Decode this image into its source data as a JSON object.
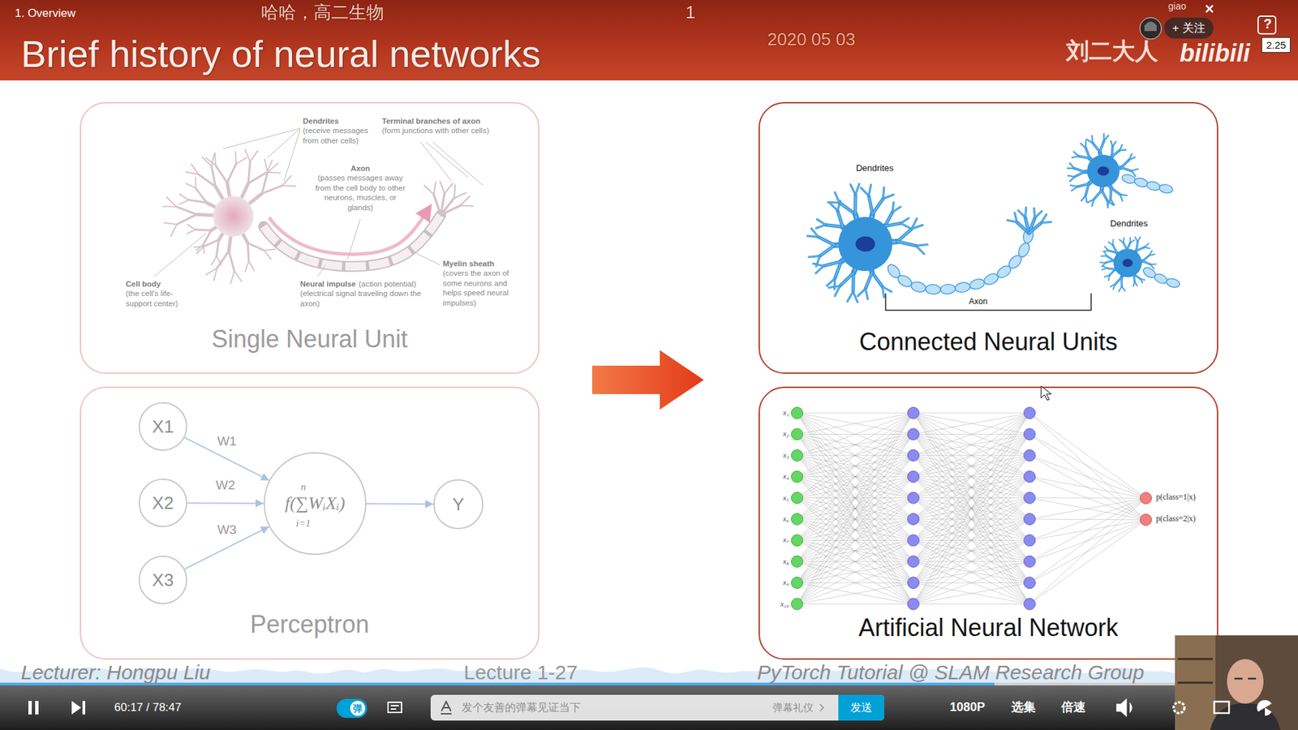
{
  "diagram": {
    "title": "Brief history of neural networks",
    "nodes": [
      {
        "text": [
          "+ 关注"
        ]
      },
      {
        "text": [
          "2.25"
        ]
      },
      {
        "text": [
          "Single Neural Unit"
        ]
      },
      {
        "text": [
          "Connected Neural Units"
        ]
      },
      {
        "text": [
          "Perceptron"
        ]
      },
      {
        "text": [
          "Artificial Neural Network"
        ]
      },
      {
        "text": [
          "X1"
        ],
        "in": 4
      },
      {
        "text": [
          "X2"
        ],
        "in": 4
      },
      {
        "text": [
          "X3"
        ],
        "in": 4
      },
      {
        "text": [
          "f(∑WᵢXᵢ)",
          "n",
          "i=1"
        ],
        "in": 4
      },
      {
        "text": [
          "Y"
        ],
        "in": 4
      },
      {
        "text": [
          "弹"
        ]
      },
      {
        "text": [
          "发个友善的弹幕见证当下",
          "弹幕礼仪"
        ]
      },
      {
        "text": [
          "发送"
        ],
        "in": 12
      }
    ],
    "edges": [
      {
        "from": 6,
        "to": 9,
        "label": "W1",
        "arrow": "to"
      },
      {
        "from": 7,
        "to": 9,
        "label": "W2",
        "arrow": "to"
      },
      {
        "from": 8,
        "to": 9,
        "label": "W3",
        "arrow": "to"
      },
      {
        "from": 9,
        "to": 10,
        "arrow": "to"
      }
    ],
    "labels": [
      "1. Overview",
      "哈哈，高二生物",
      "1",
      "2020 05 03",
      "giao",
      "刘二大人",
      "bilibili",
      "?",
      "Dendrites",
      "(receive messages from other cells)",
      "Terminal branches of axon",
      "(form junctions with other cells)",
      "Axon",
      "(passes messages away from the cell body to other neurons, muscles, or glands)",
      "Cell body",
      "(the cell's life-support center)",
      "Neural impulse",
      "(action potential)",
      "(electrical signal traveling down the axon)",
      "Myelin sheath",
      "(covers the axon of some neurons and helps speed neural impulses)",
      "Dendrites",
      "Dendrites",
      "Axon",
      "x₁",
      "x₂",
      "x₃",
      "x₄",
      "x₅",
      "x₆",
      "x₇",
      "x₈",
      "x₉",
      "x₁₀",
      "p(class=1|x)",
      "p(class=2|x)",
      "Lecturer: Hongpu Liu",
      "Lecture 1-27",
      "PyTorch Tutorial @ SLAM Research Group",
      "60:17 / 78:47",
      "1080P",
      "选集",
      "倍速"
    ]
  }
}
